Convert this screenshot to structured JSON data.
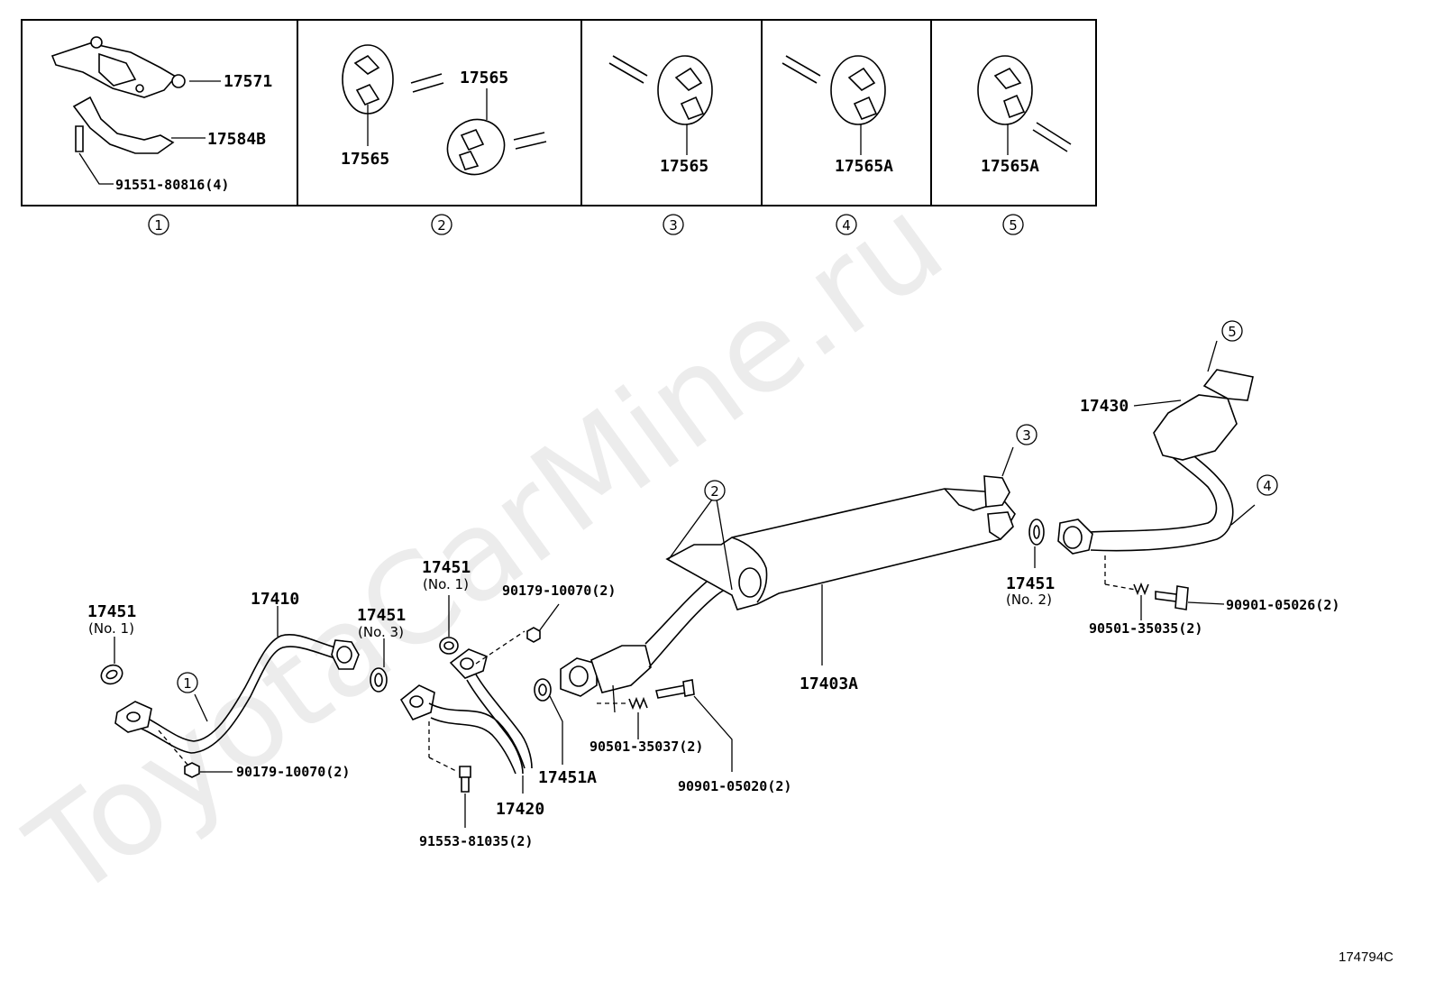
{
  "watermark": "ToyotaCarMine.ru",
  "diagram_code": "174794C",
  "panels": [
    {
      "number": "1",
      "parts": [
        "17571",
        "17584B",
        "91551-80816(4)"
      ]
    },
    {
      "number": "2",
      "parts": [
        "17565",
        "17565"
      ]
    },
    {
      "number": "3",
      "parts": [
        "17565"
      ]
    },
    {
      "number": "4",
      "parts": [
        "17565A"
      ]
    },
    {
      "number": "5",
      "parts": [
        "17565A"
      ]
    }
  ],
  "callouts": [
    "1",
    "2",
    "3",
    "4",
    "5"
  ],
  "parts": {
    "p17410": "17410",
    "p17451_a": "17451",
    "p17451_a_sub": "(No. 1)",
    "p17451_b": "17451",
    "p17451_b_sub": "(No. 3)",
    "p17451_c": "17451",
    "p17451_c_sub": "(No. 1)",
    "p17451_d": "17451",
    "p17451_d_sub": "(No. 2)",
    "p17451A": "17451A",
    "p17420": "17420",
    "p17403A": "17403A",
    "p17430": "17430",
    "p90179_a": "90179-10070(2)",
    "p90179_b": "90179-10070(2)",
    "p91553": "91553-81035(2)",
    "p90501_a": "90501-35037(2)",
    "p90901_a": "90901-05020(2)",
    "p90501_b": "90501-35035(2)",
    "p90901_b": "90901-05026(2)"
  }
}
